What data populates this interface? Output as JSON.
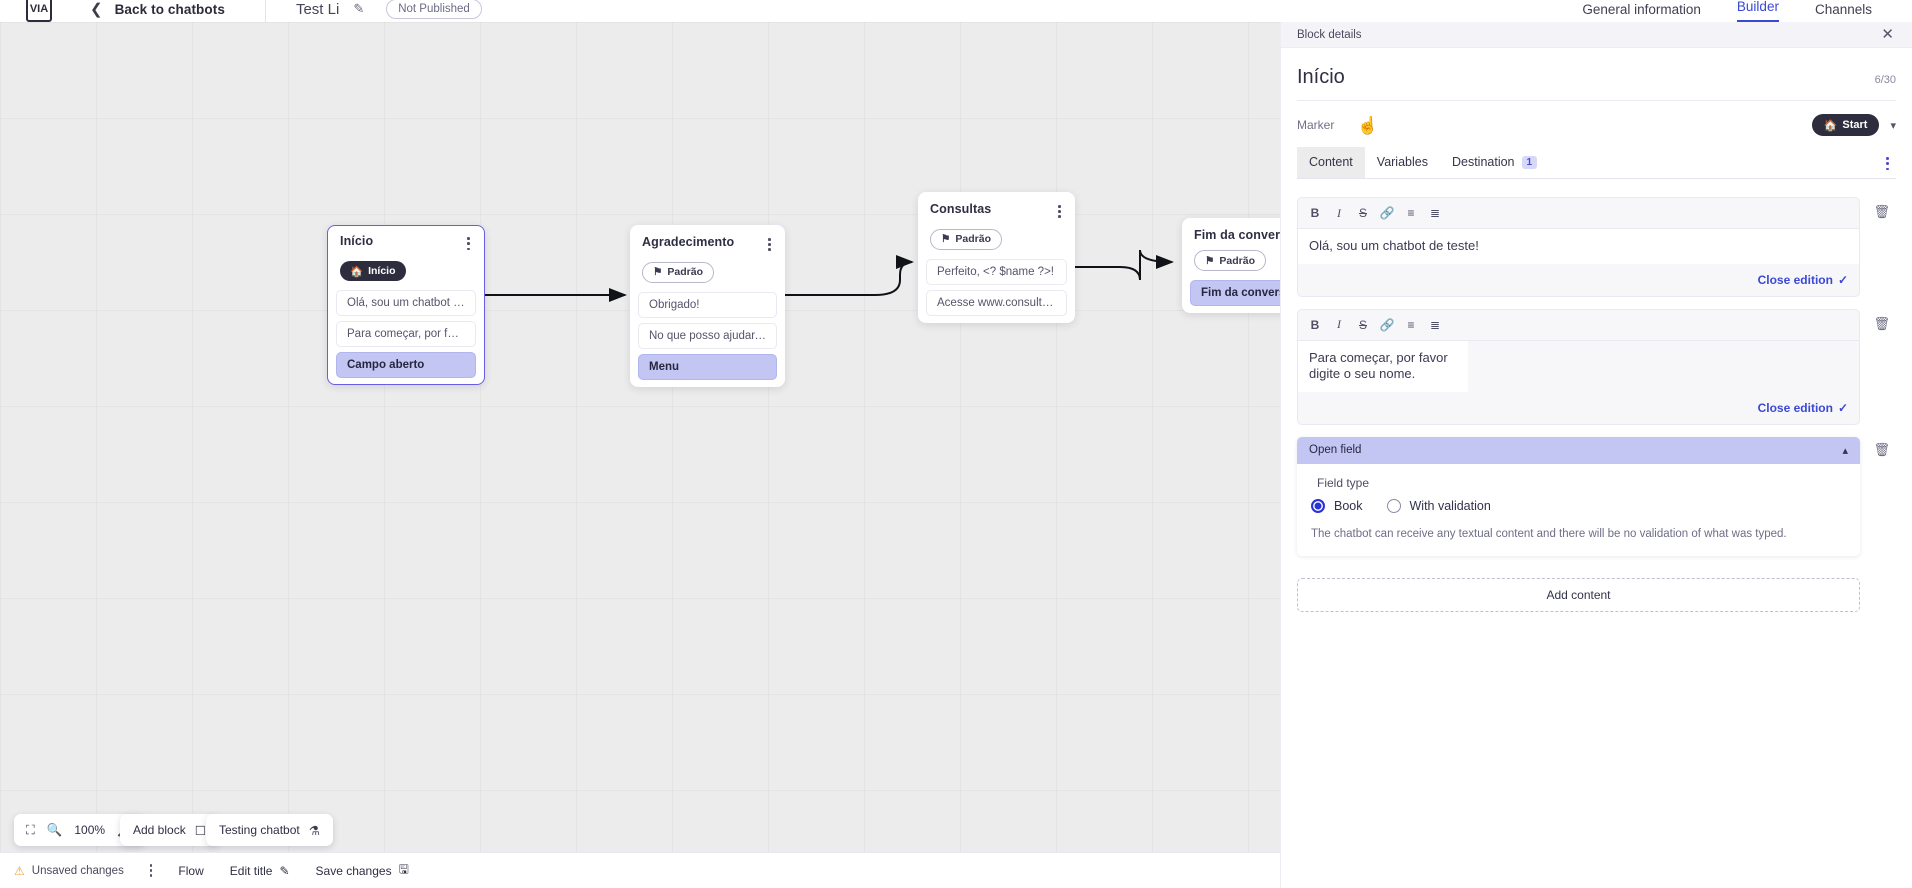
{
  "topbar": {
    "logo_glyph": "VIA",
    "back_label": "Back to chatbots",
    "bot_title": "Test Li",
    "publish_status": "Not Published",
    "tabs": [
      {
        "label": "General information",
        "active": false
      },
      {
        "label": "Builder",
        "active": true
      },
      {
        "label": "Channels",
        "active": false
      }
    ]
  },
  "canvas": {
    "nodes": [
      {
        "title": "Início",
        "badge": "Início",
        "badge_style": "dark",
        "badge_icon": "home-icon",
        "selected": true,
        "rows": [
          {
            "text": "Olá, sou um chatbot de teste!",
            "highlighted": false
          },
          {
            "text": "Para começar, por favor digite o ...",
            "highlighted": false
          },
          {
            "text": "Campo aberto",
            "highlighted": true
          }
        ]
      },
      {
        "title": "Agradecimento",
        "badge": "Padrão",
        "badge_style": "outline",
        "badge_icon": "tag-icon",
        "selected": false,
        "rows": [
          {
            "text": "Obrigado!",
            "highlighted": false
          },
          {
            "text": "No que posso ajudar, <? $name ...",
            "highlighted": false
          },
          {
            "text": "Menu",
            "highlighted": true
          }
        ]
      },
      {
        "title": "Consultas",
        "badge": "Padrão",
        "badge_style": "outline",
        "badge_icon": "tag-icon",
        "selected": false,
        "rows": [
          {
            "text": "Perfeito, <? $name ?>!",
            "highlighted": false
          },
          {
            "text": "Acesse www.consultas.com par...",
            "highlighted": false
          }
        ]
      },
      {
        "title": "Fim da conversa",
        "badge": "Padrão",
        "badge_style": "outline",
        "badge_icon": "tag-icon",
        "selected": false,
        "rows": [
          {
            "text": "Fim da conversa",
            "highlighted": true
          }
        ]
      }
    ]
  },
  "controls": {
    "fit_icon": "fit-screen-icon",
    "zoom_out_icon": "zoom-out-icon",
    "zoom_level": "100%",
    "zoom_in_icon": "zoom-in-icon",
    "add_block_label": "Add block",
    "add_block_icon": "add-block-icon",
    "testing_label": "Testing chatbot",
    "testing_icon": "flask-icon"
  },
  "bottombar": {
    "warn_icon": "warning-icon",
    "unsaved_label": "Unsaved changes",
    "kebab_icon": "kebab-menu-icon",
    "flow_label": "Flow",
    "edit_title_label": "Edit title",
    "edit_title_icon": "pencil-icon",
    "save_label": "Save changes",
    "save_icon": "save-icon"
  },
  "panel": {
    "bar_title": "Block details",
    "close_icon": "close-icon",
    "block_name": "Início",
    "char_count": "6/30",
    "marker_label": "Marker",
    "marker_value": "Start",
    "marker_icon": "home-icon",
    "marker_chevron": "chevron-down-icon",
    "tabs": [
      {
        "label": "Content",
        "active": true,
        "badge": ""
      },
      {
        "label": "Variables",
        "active": false,
        "badge": ""
      },
      {
        "label": "Destination",
        "active": false,
        "badge": "1"
      }
    ],
    "toolbar_icons": [
      "bold-icon",
      "italic-icon",
      "strikethrough-icon",
      "link-icon",
      "bullet-list-icon",
      "numbered-list-icon"
    ],
    "toolbar_glyphs": [
      "B",
      "I",
      "S",
      "🔗",
      "☰",
      "☷"
    ],
    "editors": [
      {
        "text": "Olá, sou um chatbot de teste!",
        "close_label": "Close edition"
      },
      {
        "text": "Para começar, por favor digite o seu nome.",
        "close_label": "Close edition"
      }
    ],
    "open_field": {
      "header": "Open field",
      "collapse_icon": "chevron-up-icon",
      "field_type_label": "Field type",
      "options": [
        {
          "label": "Book",
          "selected": true
        },
        {
          "label": "With validation",
          "selected": false
        }
      ],
      "help_text": "The chatbot can receive any textual content and there will be no validation of what was typed."
    },
    "add_content_label": "Add content"
  },
  "colors": {
    "accent": "#3a49d6",
    "selection": "#c3c6f3",
    "dark_badge": "#2d2d3d",
    "canvas_bg": "#ececed"
  }
}
